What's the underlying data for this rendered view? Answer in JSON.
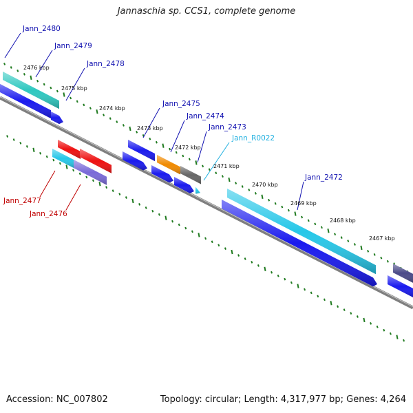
{
  "title": "Jannaschia sp. CCS1, complete genome",
  "footer": {
    "accession": "Accession: NC_007802",
    "stats": "Topology: circular; Length: 4,317,977 bp; Genes: 4,264"
  },
  "colors": {
    "backbone": "#7f7f7f",
    "tick": "#1f7a1f",
    "gene_blue": "#1a1aee",
    "gene_cyan": "#27c7e8",
    "gene_teal": "#2fc8c0",
    "gene_red": "#ee1111",
    "gene_purple": "#7a6ad8",
    "gene_orange": "#f08a00",
    "gene_gray": "#666666",
    "gene_navy": "#4a4a88",
    "label_blue": "#1010b0",
    "label_red": "#c00000",
    "label_cyan": "#20b0e0"
  },
  "kbp_labels": [
    "2476 kbp",
    "2475 kbp",
    "2474 kbp",
    "2473 kbp",
    "2472 kbp",
    "2471 kbp",
    "2470 kbp",
    "2469 kbp",
    "2468 kbp",
    "2467 kbp"
  ],
  "gene_labels": [
    {
      "name": "Jann_2480",
      "color": "label_blue"
    },
    {
      "name": "Jann_2479",
      "color": "label_blue"
    },
    {
      "name": "Jann_2478",
      "color": "label_blue"
    },
    {
      "name": "Jann_2475",
      "color": "label_blue"
    },
    {
      "name": "Jann_2474",
      "color": "label_blue"
    },
    {
      "name": "Jann_2473",
      "color": "label_blue"
    },
    {
      "name": "Jann_R0022",
      "color": "label_cyan"
    },
    {
      "name": "Jann_2472",
      "color": "label_blue"
    },
    {
      "name": "Jann_2477",
      "color": "label_red"
    },
    {
      "name": "Jann_2476",
      "color": "label_red"
    }
  ]
}
